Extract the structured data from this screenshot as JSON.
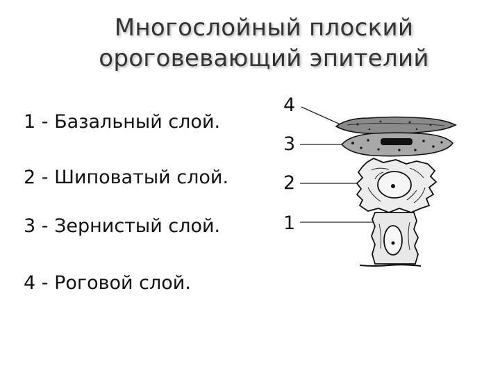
{
  "title": {
    "line1": "Многослойный плоский",
    "line2": "ороговевающий эпителий"
  },
  "legend": [
    {
      "text": "1 - Базальный слой."
    },
    {
      "text": "2 - Шиповатый слой."
    },
    {
      "text": "3 - Зернистый слой."
    },
    {
      "text": "4 - Роговой слой."
    }
  ],
  "callouts": [
    {
      "label": "4"
    },
    {
      "label": "3"
    },
    {
      "label": "2"
    },
    {
      "label": "1"
    }
  ]
}
